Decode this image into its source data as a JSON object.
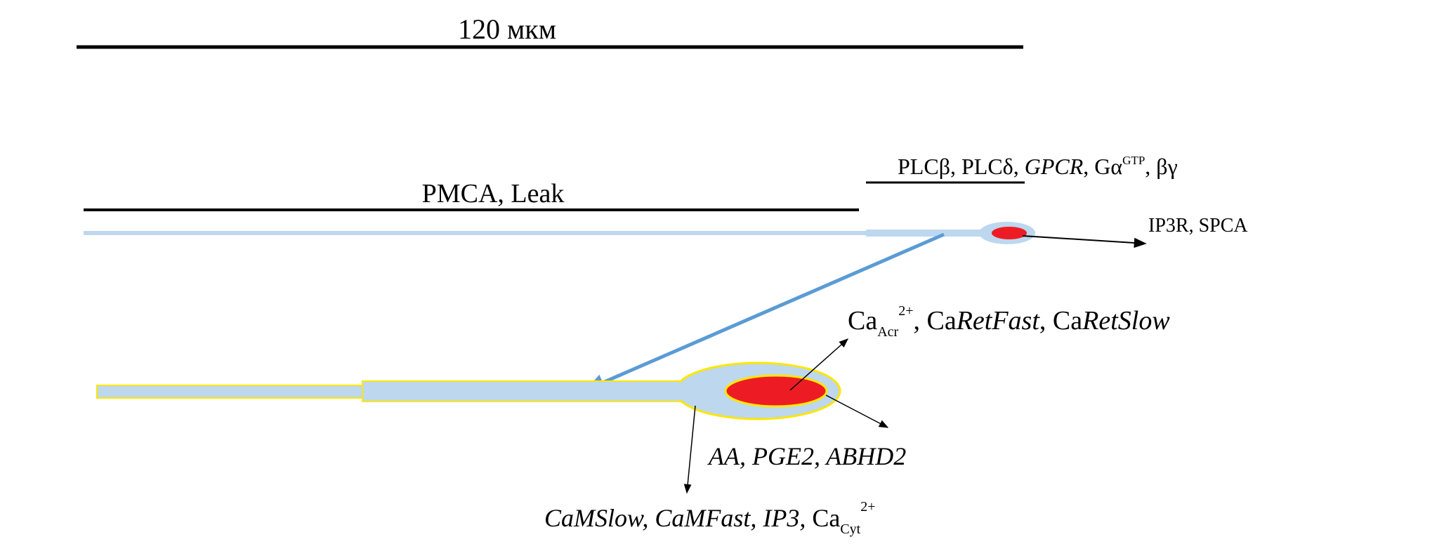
{
  "scale_bar": {
    "label": "120 мкм"
  },
  "top_cell": {
    "membrane_label": "PMCA, Leak",
    "plc_label": {
      "p1": "PLCβ, PLCδ, ",
      "p2": "GPCR",
      "p3": ", Gα",
      "p4": "GTP",
      "p5": ", βγ"
    },
    "acrosome_label": "IP3R, SPCA"
  },
  "bottom_cell": {
    "acr_label": {
      "ca": "Ca",
      "sub": "Acr",
      "sup": "2+",
      "p1": ", Ca",
      "p2": "RetFast",
      "p3": ", Ca",
      "p4": "RetSlow"
    },
    "lipid_label": "AA, PGE2, ABHD2",
    "cyt_label": {
      "p1": "CaMSlow, CaMFast, IP3, ",
      "ca": "Ca",
      "sub": "Cyt",
      "sup": "2+"
    }
  },
  "colors": {
    "cytoplasm": "#bdd7ee",
    "acrosome": "#ed1c24",
    "outline": "#ffe600",
    "arrow_blue": "#5b9bd5"
  }
}
